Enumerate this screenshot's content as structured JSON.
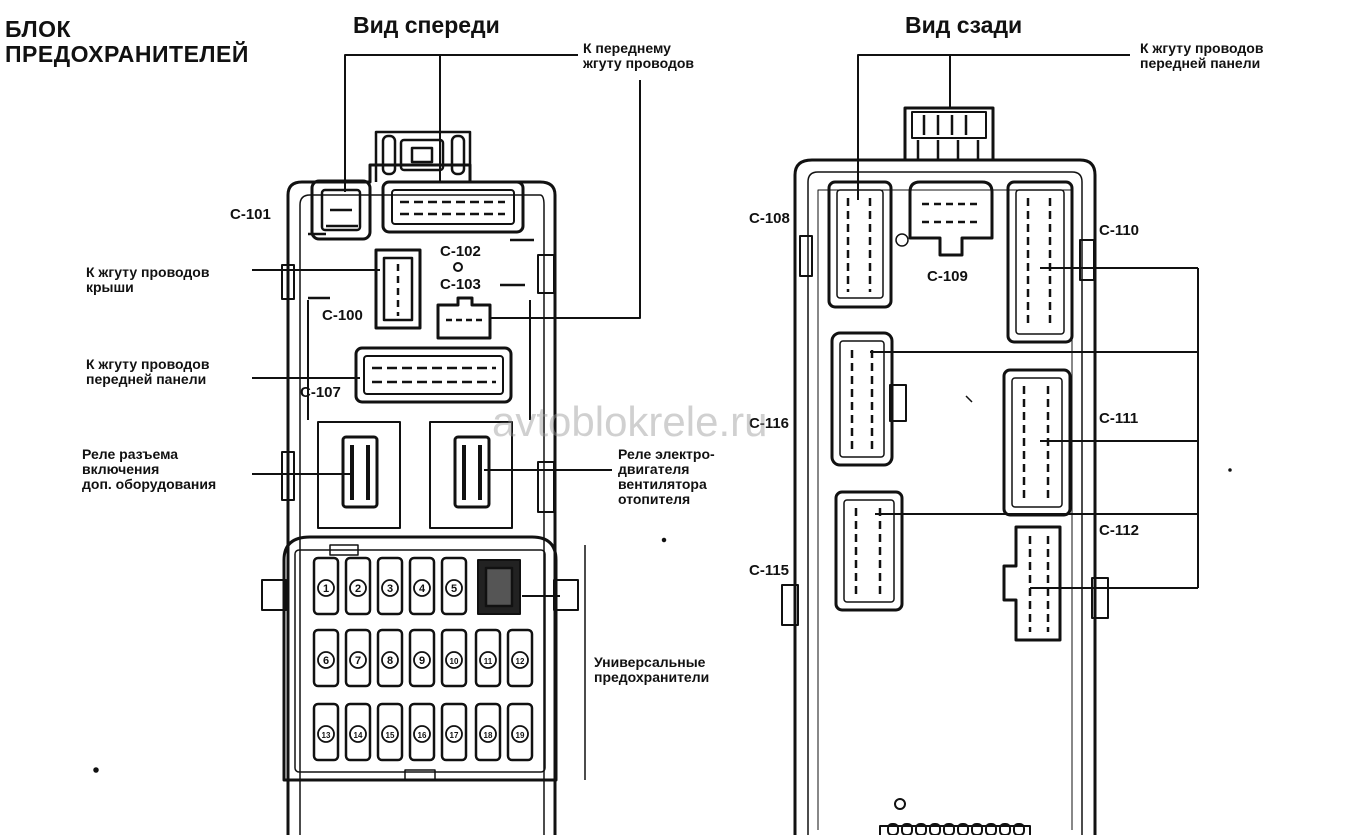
{
  "title": {
    "line1": "БЛОК",
    "line2": "ПРЕДОХРАНИТЕЛЕЙ"
  },
  "front": {
    "heading": "Вид спереди",
    "labels": {
      "to_front_harness": [
        "К переднему",
        "жгуту проводов"
      ],
      "to_roof_harness": [
        "К жгуту проводов",
        "крыши"
      ],
      "to_panel_harness": [
        "К жгуту проводов",
        "передней панели"
      ],
      "accessory_relay": [
        "Реле разъема",
        "включения",
        "доп. оборудования"
      ],
      "heater_fan_relay": [
        "Реле электро-",
        "двигателя",
        "вентилятора",
        "отопителя"
      ],
      "universal_fuses": [
        "Универсальные",
        "предохранители"
      ]
    },
    "connectors": {
      "c101": "C-101",
      "c102": "C-102",
      "c103": "C-103",
      "c100": "C-100",
      "c107": "C-107"
    },
    "fuse_numbers": [
      "1",
      "2",
      "3",
      "4",
      "5",
      "6",
      "7",
      "8",
      "9",
      "10",
      "11",
      "12",
      "13",
      "14",
      "15",
      "16",
      "17",
      "18",
      "19"
    ]
  },
  "rear": {
    "heading": "Вид сзади",
    "labels": {
      "to_panel_harness": [
        "К жгуту проводов",
        "передней панели"
      ]
    },
    "connectors": {
      "c108": "C-108",
      "c109": "C-109",
      "c110": "C-110",
      "c116": "C-116",
      "c111": "C-111",
      "c112": "C-112",
      "c115": "C-115"
    }
  },
  "watermark": "avtoblokrele.ru"
}
